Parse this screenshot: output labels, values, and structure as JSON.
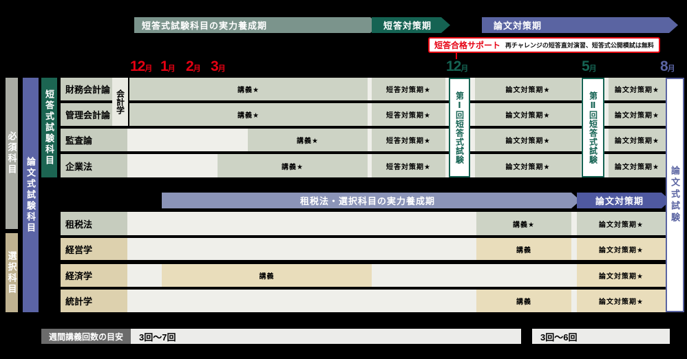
{
  "phases": {
    "top": [
      "短答式試験科目の実力養成期",
      "短答対策期",
      "論文対策期"
    ],
    "mid": [
      "租税法・選択科目の実力養成期",
      "論文対策期"
    ]
  },
  "support": {
    "badge": "短答合格サポート",
    "note": "再チャレンジの短答直対演習、短答式公開模試は無料"
  },
  "months": [
    {
      "num": "12",
      "unit": "月",
      "color": "#e60012"
    },
    {
      "num": "1",
      "unit": "月",
      "color": "#e60012"
    },
    {
      "num": "2",
      "unit": "月",
      "color": "#e60012"
    },
    {
      "num": "3",
      "unit": "月",
      "color": "#e60012"
    },
    {
      "num": "12",
      "unit": "月",
      "color": "#156353"
    },
    {
      "num": "5",
      "unit": "月",
      "color": "#156353"
    },
    {
      "num": "8",
      "unit": "月",
      "color": "#5a64a2"
    }
  ],
  "categories": {
    "required": "必須科目",
    "elective": "選択科目",
    "essay": "論文式試験科目",
    "mc": "短答式試験科目",
    "accounting": "会計学"
  },
  "exams": {
    "first_mc": "第Ⅰ回短答式試験",
    "second_mc": "第Ⅱ回短答式試験",
    "essay": "論文式試験"
  },
  "rows": [
    {
      "label": "財務会計論",
      "segments": [
        "講義★",
        "短答対策期★",
        "論文対策期★",
        "論文対策期★"
      ]
    },
    {
      "label": "管理会計論",
      "segments": [
        "講義★",
        "短答対策期★",
        "論文対策期★",
        "論文対策期★"
      ]
    },
    {
      "label": "監査論",
      "segments": [
        "講義★",
        "短答対策期★",
        "論文対策期★",
        "論文対策期★"
      ]
    },
    {
      "label": "企業法",
      "segments": [
        "講義★",
        "短答対策期★",
        "論文対策期★",
        "論文対策期★"
      ]
    },
    {
      "label": "租税法",
      "segments": [
        "講義★",
        "論文対策期★"
      ]
    },
    {
      "label": "経営学",
      "segments": [
        "講義",
        "論文対策期★"
      ]
    },
    {
      "label": "経済学",
      "segments": [
        "講義",
        "論文対策期★"
      ]
    },
    {
      "label": "統計学",
      "segments": [
        "講義",
        "論文対策期★"
      ]
    }
  ],
  "legend": {
    "title": "週間講義回数の目安",
    "first": "3回〜7回",
    "second": "3回〜6回"
  },
  "colors": {
    "teal_arrow": "#7b948c",
    "dark_green": "#156353",
    "blue_purple": "#5a64a2",
    "light_blue": "#8b94b8",
    "red_accent": "#e60012",
    "gray_green_bar": "#cdd3c5",
    "tan_bar": "#e9ddbb",
    "track_bg": "#efefea"
  }
}
